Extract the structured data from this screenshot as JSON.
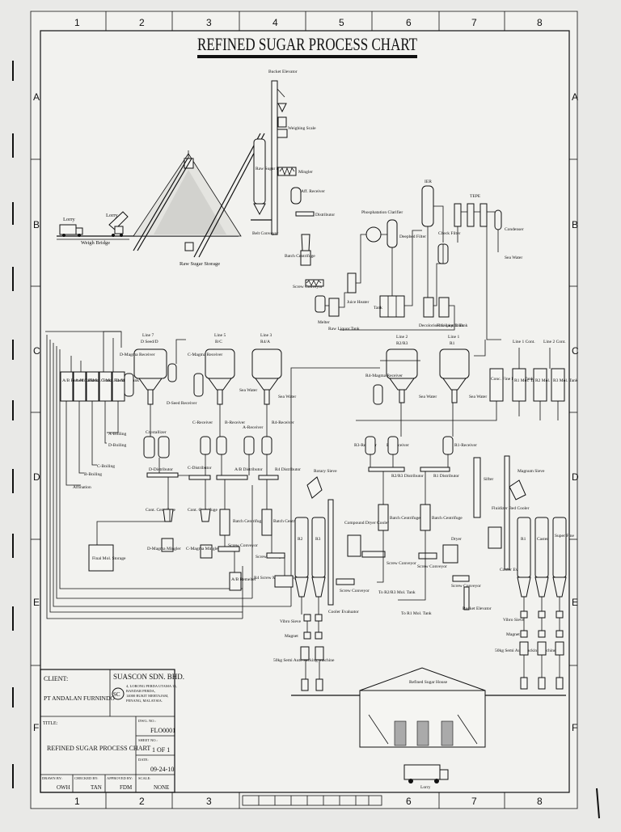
{
  "title": "REFINED SUGAR PROCESS CHART",
  "grid": {
    "columns": [
      "1",
      "2",
      "3",
      "4",
      "5",
      "6",
      "7",
      "8"
    ],
    "rows": [
      "A",
      "B",
      "C",
      "D",
      "E",
      "F"
    ]
  },
  "labels": {
    "lorry_left": "Lorry",
    "lorry_2": "Lorry",
    "weigh_bridge": "Weigh Bridge",
    "raw_sugar_storage": "Raw Sugar Storage",
    "bucket_elevator": "Bucket Elevator",
    "weighing_scale": "Weighing Scale",
    "raw_sugar_bin": "Raw Sugar Bin",
    "belt_conveyor": "Belt Conveyor",
    "mingler": "Mingler",
    "aff_receiver": "Aff. Receiver",
    "distributor": "Distributor",
    "batch_centrifuge": "Batch Centrifuge",
    "screw_conveyor": "Screw Conveyor",
    "melter": "Melter",
    "raw_liquor_tank": "Raw Liquor Tank",
    "juice_heater": "Juice Heater",
    "phosphatation_clarifier": "Phosphatation Clarifier",
    "deepbed_filter": "Deepbed Filter",
    "ier": "IER",
    "tank": "Tank",
    "decolorised_liquor_tank": "Decolorised Liquor Tank",
    "check_filter": "Check Filter",
    "fine_liquor_tank": "Fine Liquor Tank",
    "tepe": "TEPE",
    "condenser": "Condenser",
    "sea_water": "Sea Water",
    "line7": "Line 7",
    "line7_sub": "D Seed/D",
    "line5": "Line 5",
    "line5_sub": "B/C",
    "line3": "Line 3",
    "line3_sub": "R4/A",
    "line2": "Line 2",
    "line2_sub": "R2/R3",
    "line1": "Line 1",
    "line1_sub": "R1",
    "line1_cont": "Line 1 Cont.",
    "line2_cont": "Line 2 Cont.",
    "d_magma_receiver": "D-Magma Receiver",
    "c_magma_receiver": "C-Magma Receiver",
    "d_seed_receiver": "D-Seed Receiver",
    "tank_ab_remelt": "A/B Remelt Tank",
    "tank_a_mol": "A-Mol. Tank",
    "tank_b_mol": "B-Mol. Tank",
    "tank_c_mol": "C-Mol. Tank",
    "tank_r4_mol": "R4-Mol. Tank",
    "a_boiling": "A-Boiling",
    "d_boiling": "D-Boiling",
    "c_boiling": "C-Boiling",
    "b_boiling": "B-Boiling",
    "affination": "Affination",
    "crystallizer": "Crystallizer",
    "c_receiver": "C-Receiver",
    "b_receiver": "B-Receiver",
    "a_receiver": "A-Receiver",
    "r4_receiver": "R4-Receiver",
    "r4_magma_receiver": "R4-Magma Receiver",
    "r3_receiver": "R3-Receiver",
    "r2_receiver": "R2-Receiver",
    "r1_receiver": "R1-Receiver",
    "d_distributor": "D-Distributor",
    "c_distributor": "C-Distributor",
    "ab_distributor": "A/B Distributor",
    "r4_distributor": "R4 Distributor",
    "r2r3_distributor": "R2/R3 Distributor",
    "r1_distributor": "R1 Distributor",
    "cont_centrifuge": "Cont. Centrifuge",
    "cont_centrifuge_2": "Cont. Centrifuge",
    "final_mol_storage": "Final Mol. Storage",
    "d_magma_mingler": "D-Magma Mingler",
    "c_magma_mingler": "C-Magma Mingler",
    "screw_conveyor_2": "Screw Conveyor",
    "ab_remelter": "A/B Remelter",
    "r4_screw_magma_mingler": "R4 Screw Magma Mingler",
    "rotary_sieve": "Rotary Sieve",
    "compound_dryer_cooler": "Compound Dryer Cooler",
    "dryer": "Dryer",
    "sifter": "Sifter",
    "magnum_sieve": "Magnum Sieve",
    "fluidizer_bed_cooler": "Fluidizer Bed Cooler",
    "cooler_evaluator": "Cooler Evaluator",
    "bucket_elevator_2": "Bucket Elevator",
    "r2": "R2",
    "r3": "R3",
    "r1": "R1",
    "caster": "Caster",
    "super_fine": "Super Fine",
    "cooler_evaluator_2": "Cooler Evaluator",
    "to_r2r3_mol_tank": "To R2/R3 Mol. Tank",
    "to_r1_mol_tank": "To R1 Mol. Tank",
    "vibro_sieve": "Vibro Sieve",
    "vibro_sieve_2": "Vibro Sieve",
    "magnet": "Magnet",
    "magnet_2": "Magnet",
    "packing_left": "50kg Semi Auto Packing Machine",
    "packing_right": "50kg Semi Auto Packing Machine",
    "refined_sugar_house": "Refined Sugar House",
    "lorry_bottom": "Lorry",
    "conc_fine_liquor_tank": "Conc. Fine Liquor Tank",
    "r1_mol_tank": "R1 Mol. Tank",
    "r2_mol_tank": "R2 Mol. Tank",
    "r3_mol_tank": "R3 Mol. Tank",
    "sea_water_short": "Sea Water"
  },
  "title_block": {
    "client_label": "CLIENT:",
    "client_name": "PT ANDALAN FURNINDO",
    "company_name": "SUASCON SDN. BHD.",
    "logo_letters": "SC",
    "address_1": "4, LORONG PERDA UTAMA 13,",
    "address_2": "BANDAR PERDA,",
    "address_3": "14000 BUKIT MERTAJAM,",
    "address_4": "PENANG, MALAYSIA.",
    "title_label": "TITLE:",
    "drawing_title": "REFINED SUGAR PROCESS CHART",
    "dwg_no_label": "DWG. NO.:",
    "dwg_no": "FLO0001",
    "sheet_label": "SHEET NO.:",
    "sheet": "1 OF 1",
    "date_label": "DATE:",
    "date": "09-24-10",
    "drawn_label": "DRAWN BY:",
    "drawn": "OWH",
    "checked_label": "CHECKED BY:",
    "checked": "TAN",
    "approved_label": "APPROVED BY:",
    "approved": "FDM",
    "scale_label": "SCALE:",
    "scale": "NONE"
  }
}
